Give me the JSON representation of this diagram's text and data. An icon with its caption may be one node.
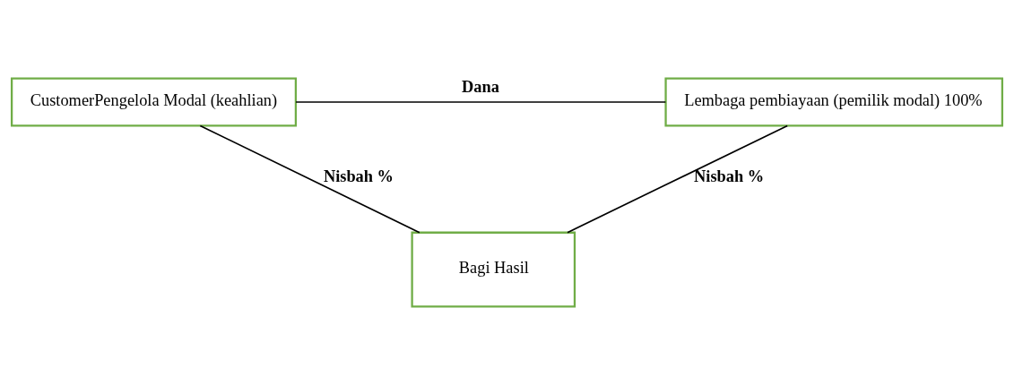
{
  "diagram": {
    "nodes": [
      {
        "text": [
          "CustomerPengelola Modal (keahlian)"
        ]
      },
      {
        "text": [
          "Lembaga pembiayaan (pemilik modal) 100%"
        ]
      },
      {
        "text": [
          "Bagi Hasil"
        ]
      }
    ],
    "edges": [
      {
        "from": 0,
        "to": 1,
        "arrow": "none",
        "label": "Dana"
      },
      {
        "from": 0,
        "to": 2,
        "arrow": "none",
        "label": "Nisbah %"
      },
      {
        "from": 1,
        "to": 2,
        "arrow": "none",
        "label": "Nisbah %"
      }
    ]
  }
}
